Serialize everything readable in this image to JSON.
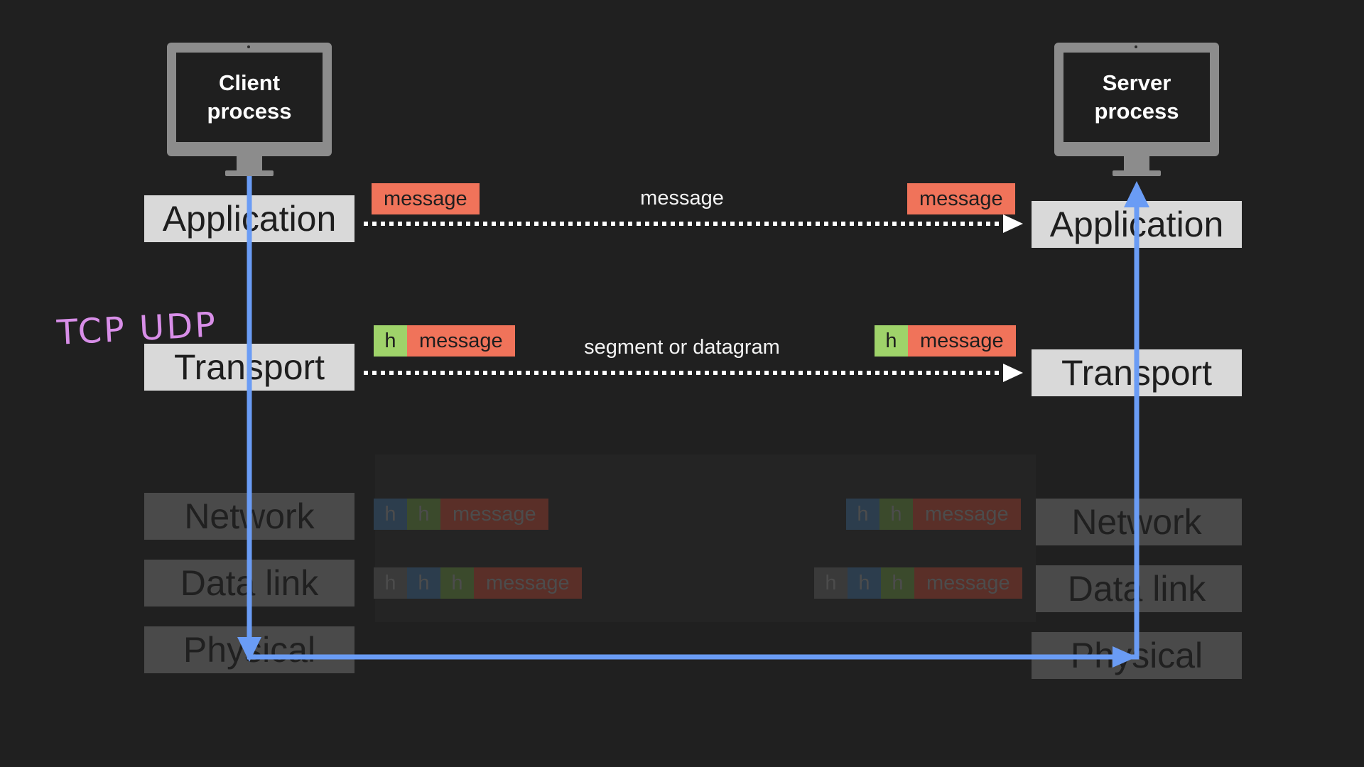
{
  "client": {
    "label": "Client\nprocess"
  },
  "server": {
    "label": "Server\nprocess"
  },
  "layers": {
    "application": "Application",
    "transport": "Transport",
    "network": "Network",
    "datalink": "Data link",
    "physical": "Physical"
  },
  "packets": {
    "header": "h",
    "message": "message"
  },
  "labels": {
    "application_link": "message",
    "transport_link": "segment or datagram"
  },
  "annotation": "TCP UDP",
  "colors": {
    "background": "#202020",
    "message": "#f0735a",
    "header_transport": "#9fd36a",
    "flow_arrow": "#6a9cf5",
    "annotation": "#d88ee8"
  }
}
